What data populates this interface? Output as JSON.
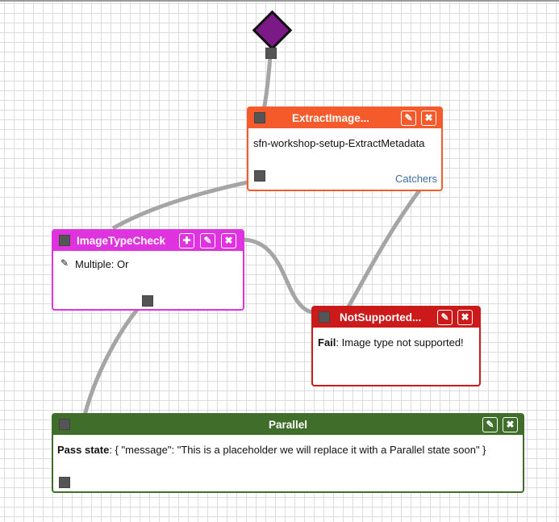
{
  "colors": {
    "start": "#7b1a86",
    "task": "#f55a2a",
    "choice": "#e033e0",
    "fail": "#cc1a1a",
    "pass": "#3f6e2a",
    "edge": "#a5a5a5",
    "link": "#3d6ea8"
  },
  "nodes": {
    "extract": {
      "title": "ExtractImage...",
      "resource": "sfn-workshop-setup-ExtractMetadata",
      "catchers_link": "Catchers",
      "actions": [
        "edit-icon",
        "delete-icon"
      ]
    },
    "choice": {
      "title": "ImageTypeCheck",
      "rule": "Multiple: Or",
      "actions": [
        "add-icon",
        "edit-icon",
        "delete-icon"
      ]
    },
    "fail": {
      "title": "NotSupported...",
      "kind_label": "Fail",
      "message": ": Image type not supported!",
      "actions": [
        "edit-icon",
        "delete-icon"
      ]
    },
    "parallel": {
      "title": "Parallel",
      "kind_label": "Pass state",
      "message": ": { \"message\": \"This is a placeholder we will replace it with a Parallel state soon\" }",
      "actions": [
        "edit-icon",
        "delete-icon"
      ]
    }
  }
}
